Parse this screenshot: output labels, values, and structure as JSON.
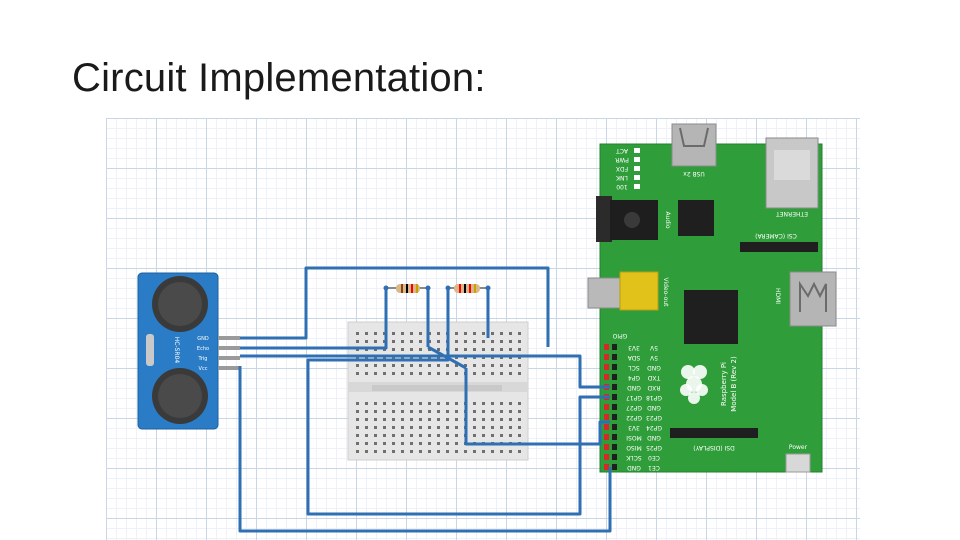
{
  "slide": {
    "title": "Circuit Implementation:"
  },
  "sensor": {
    "model": "HC-SR04",
    "pins": [
      "GND",
      "Echo",
      "Trig",
      "Vcc"
    ]
  },
  "pi": {
    "board_name": "Raspberry Pi",
    "board_model": "Model B (Rev 2)",
    "leds": [
      "ACT",
      "PWR",
      "FDX",
      "LNK",
      "100"
    ],
    "usb_label": "USB 2x",
    "ethernet_label": "ETHERNET",
    "audio_label": "Audio",
    "video_label": "Video-out",
    "hdmi_label": "HDMI",
    "camera_label": "CSI (CAMERA)",
    "display_label": "DSI (DISPLAY)",
    "power_label": "Power",
    "gpio_label": "GPIO",
    "gpio_left": [
      "3V3",
      "SDA",
      "SCL",
      "GP4",
      "GND",
      "GP17",
      "GP27",
      "GP22",
      "3V3",
      "MOSI",
      "MISO",
      "SCLK",
      "GND"
    ],
    "gpio_right": [
      "5V",
      "5V",
      "GND",
      "TXD",
      "RXD",
      "GP18",
      "GND",
      "GP23",
      "GP24",
      "GND",
      "GP25",
      "CE0",
      "CE1"
    ]
  },
  "colors": {
    "wire": "#2f6fb3",
    "pi_board": "#2f9e3a",
    "sensor_board": "#2a7cc7",
    "breadboard": "#e6e6e6",
    "resistor": "#d9b98c"
  }
}
